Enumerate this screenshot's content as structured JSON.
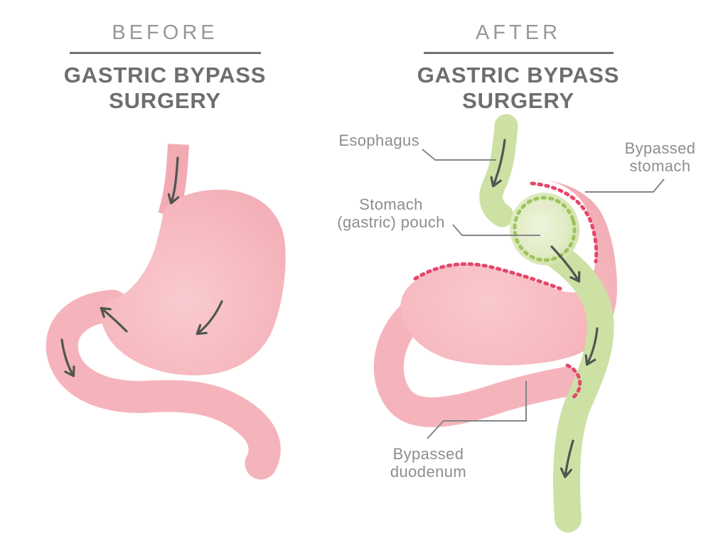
{
  "figure": {
    "description": "Before and after gastric bypass surgery anatomical diagram",
    "background": "#ffffff"
  },
  "panels": {
    "before": {
      "eyebrow": "BEFORE",
      "title_line1": "GASTRIC BYPASS",
      "title_line2": "SURGERY"
    },
    "after": {
      "eyebrow": "AFTER",
      "title_line1": "GASTRIC BYPASS",
      "title_line2": "SURGERY"
    }
  },
  "labels": {
    "esophagus": "Esophagus",
    "bypassed_stomach": {
      "line1": "Bypassed",
      "line2": "stomach"
    },
    "stomach_pouch": {
      "line1": "Stomach",
      "line2": "(gastric) pouch"
    },
    "bypassed_duodenum": {
      "line1": "Bypassed",
      "line2": "duodenum"
    }
  },
  "colors": {
    "organ_pink": "#f5b7bd",
    "organ_pink_deep": "#f2abb3",
    "organ_pink_light": "#f9cdd1",
    "organ_green": "#cde1a5",
    "pouch_highlight": "#eef3dc",
    "suture_red": "#e5476b",
    "suture_green": "#9ec45f",
    "flow_arrow": "#50564f",
    "leader_line": "#84868a",
    "label_text": "#8b8d90",
    "eyebrow_text": "#96989b",
    "title_text": "#6c6e70"
  }
}
